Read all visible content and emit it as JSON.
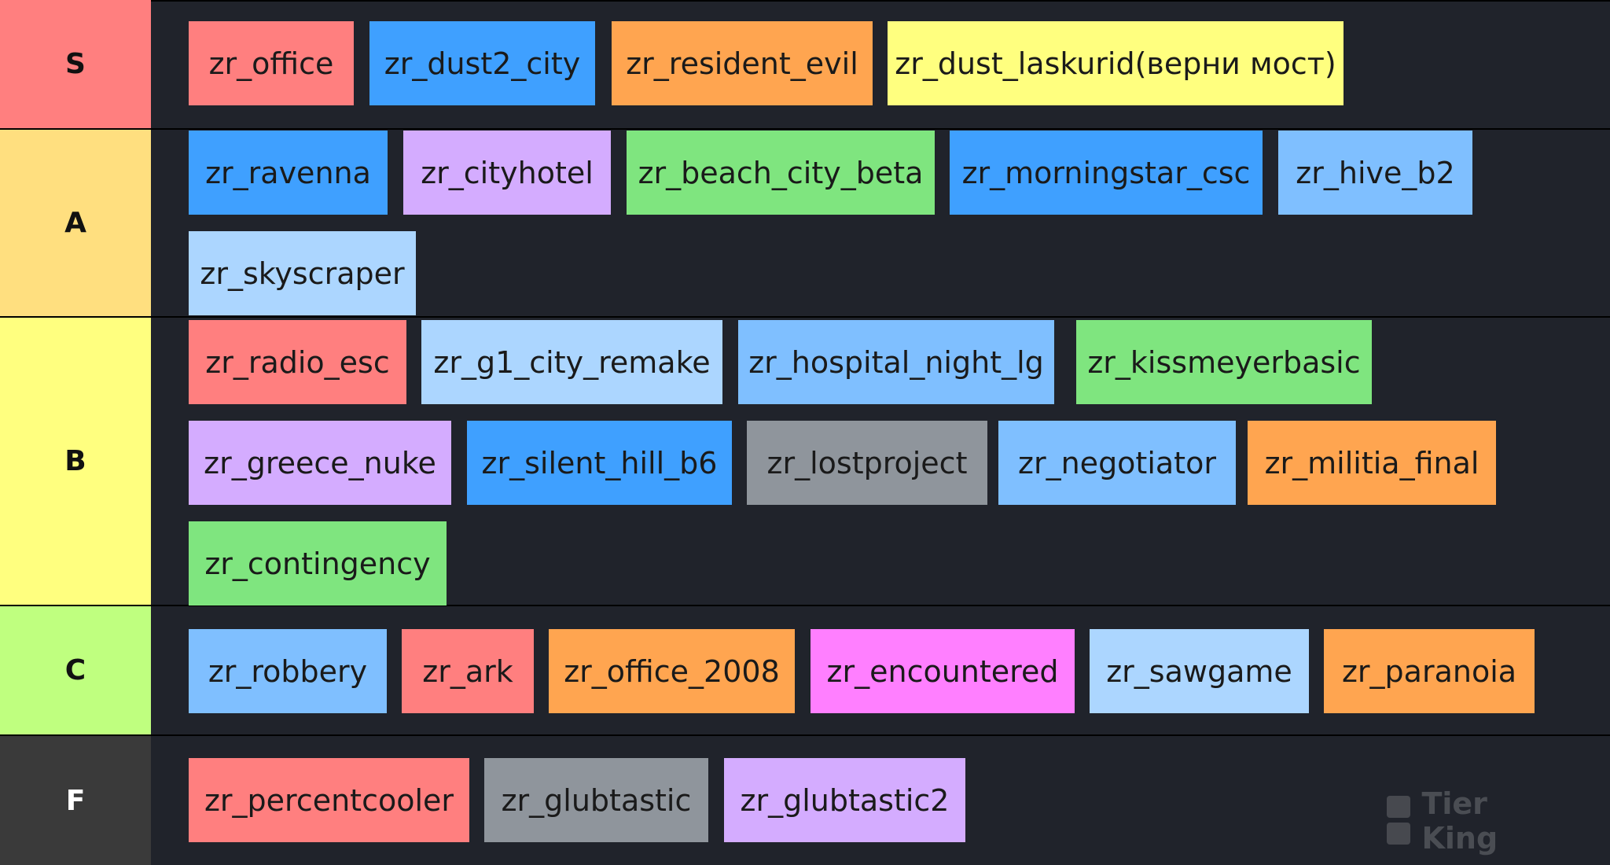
{
  "tiers": [
    {
      "label": "S",
      "color": "#ff7f7f",
      "items": [
        {
          "text": "zr_office",
          "color": "#ff7f7f"
        },
        {
          "text": "zr_dust2_city",
          "color": "#3fa0ff"
        },
        {
          "text": "zr_resident_evil",
          "color": "#ffa550"
        },
        {
          "text": "zr_dust_laskurid(верни мост)",
          "color": "#ffff7f"
        }
      ]
    },
    {
      "label": "A",
      "color": "#ffdf7f",
      "items": [
        {
          "text": "zr_ravenna",
          "color": "#3fa0ff"
        },
        {
          "text": "zr_cityhotel",
          "color": "#d4acff"
        },
        {
          "text": "zr_beach_city_beta",
          "color": "#7fe57f"
        },
        {
          "text": "zr_morningstar_csc",
          "color": "#3fa0ff"
        },
        {
          "text": "zr_hive_b2",
          "color": "#7fbfff"
        },
        {
          "text": "zr_skyscraper",
          "color": "#acd6ff"
        }
      ]
    },
    {
      "label": "B",
      "color": "#ffff7f",
      "items": [
        {
          "text": "zr_radio_esc",
          "color": "#ff7f7f"
        },
        {
          "text": "zr_g1_city_remake",
          "color": "#acd6ff"
        },
        {
          "text": "zr_hospital_night_lg",
          "color": "#7fbfff"
        },
        {
          "text": "zr_kissmeyerbasic",
          "color": "#7fe57f"
        },
        {
          "text": "zr_greece_nuke",
          "color": "#d4acff"
        },
        {
          "text": "zr_silent_hill_b6",
          "color": "#3fa0ff"
        },
        {
          "text": "zr_lostproject",
          "color": "#8f959c"
        },
        {
          "text": "zr_negotiator",
          "color": "#7fbfff"
        },
        {
          "text": "zr_militia_final",
          "color": "#ffa550"
        },
        {
          "text": "zr_contingency",
          "color": "#7fe57f"
        }
      ]
    },
    {
      "label": "C",
      "color": "#bfff7f",
      "items": [
        {
          "text": "zr_robbery",
          "color": "#7fbfff"
        },
        {
          "text": "zr_ark",
          "color": "#ff7f7f"
        },
        {
          "text": "zr_office_2008",
          "color": "#ffa550"
        },
        {
          "text": "zr_encountered",
          "color": "#ff7fff"
        },
        {
          "text": "zr_sawgame",
          "color": "#acd6ff"
        },
        {
          "text": "zr_paranoia",
          "color": "#ffa550"
        }
      ]
    },
    {
      "label": "F",
      "color": "#3a3a3a",
      "label_text_color": "#ffffff",
      "items": [
        {
          "text": "zr_percentcooler",
          "color": "#ff7f7f"
        },
        {
          "text": "zr_glubtastic",
          "color": "#8f959c"
        },
        {
          "text": "zr_glubtastic2",
          "color": "#d4acff"
        }
      ]
    }
  ],
  "watermark": {
    "text": "Tier King",
    "icon": "tier-king-logo-icon"
  }
}
